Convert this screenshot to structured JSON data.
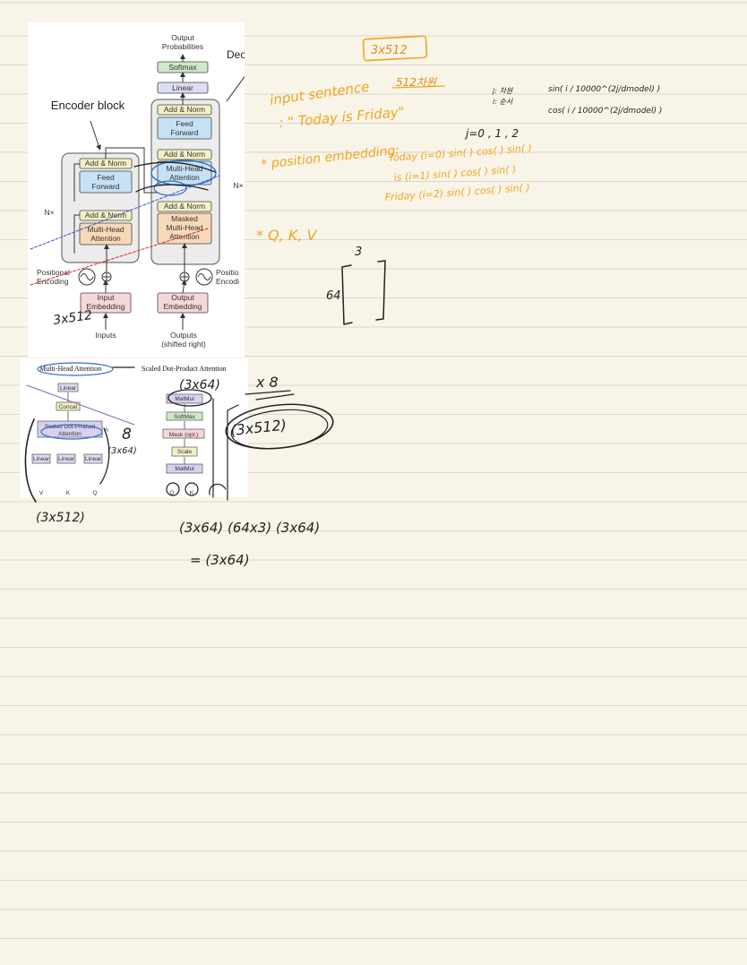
{
  "diagram": {
    "output_probabilities": "Output\nProbabilities",
    "softmax": "Softmax",
    "linear": "Linear",
    "add_norm": "Add & Norm",
    "feed_forward": "Feed\nForward",
    "multi_head_attention": "Multi-Head\nAttention",
    "masked_mha": "Masked\nMulti-Head\nAttention",
    "encoder_block": "Encoder block",
    "decoder_partial": "Deco",
    "nx": "N×",
    "positional_encoding": "Positional\nEncoding",
    "positional_encoding_right": "Positio\nEncodi",
    "input_embedding": "Input\nEmbedding",
    "output_embedding": "Output\nEmbedding",
    "inputs": "Inputs",
    "outputs": "Outputs\n(shifted right)"
  },
  "diagram2": {
    "mha_title": "Multi-Head Attention",
    "sdpa_title": "Scaled Dot-Product Attention",
    "linear": "Linear",
    "concat": "Concat",
    "sdpa_box": "Scaled Dot-Product\nAttention",
    "h": "h",
    "v": "V",
    "k": "K",
    "q": "Q",
    "matmul": "MatMul",
    "softmax": "SoftMax",
    "mask": "Mask (opt.)",
    "scale": "Scale"
  },
  "notes": {
    "boxed_dim": "3x512",
    "input_sentence": "input sentence",
    "input_512": "512차원",
    "sentence": ": \" Today  is  Friday\"",
    "j_legend": "j: 차원\ni: 순서",
    "sin_formula": "sin( i / 10000^(2j/dmodel) )",
    "cos_formula": "cos( i / 10000^(2j/dmodel) )",
    "j_index": "j=0   ,   1   ,   2",
    "position_embedding": "* position embedding:",
    "row_today": "Today (i=0) sin(  ) cos(  ) sin(  )",
    "row_is": "is (i=1) sin(  ) cos(  ) sin(  )",
    "row_friday": "Friday (i=2) sin(  ) cos(  ) sin(  )",
    "qkv": "* Q, K, V",
    "matrix_top": "3",
    "matrix_left": "64",
    "embed_dim": "3x512",
    "dim_3x64": "(3x64)",
    "times8": "x 8",
    "dim_3x512_right": "(3x512)",
    "eight": "8",
    "dim_3x64_small": "(3x64)",
    "dim_3x512_bottom": "(3x512)",
    "equation": "(3x64) (64x3) (3x64)",
    "result": "= (3x64)"
  }
}
